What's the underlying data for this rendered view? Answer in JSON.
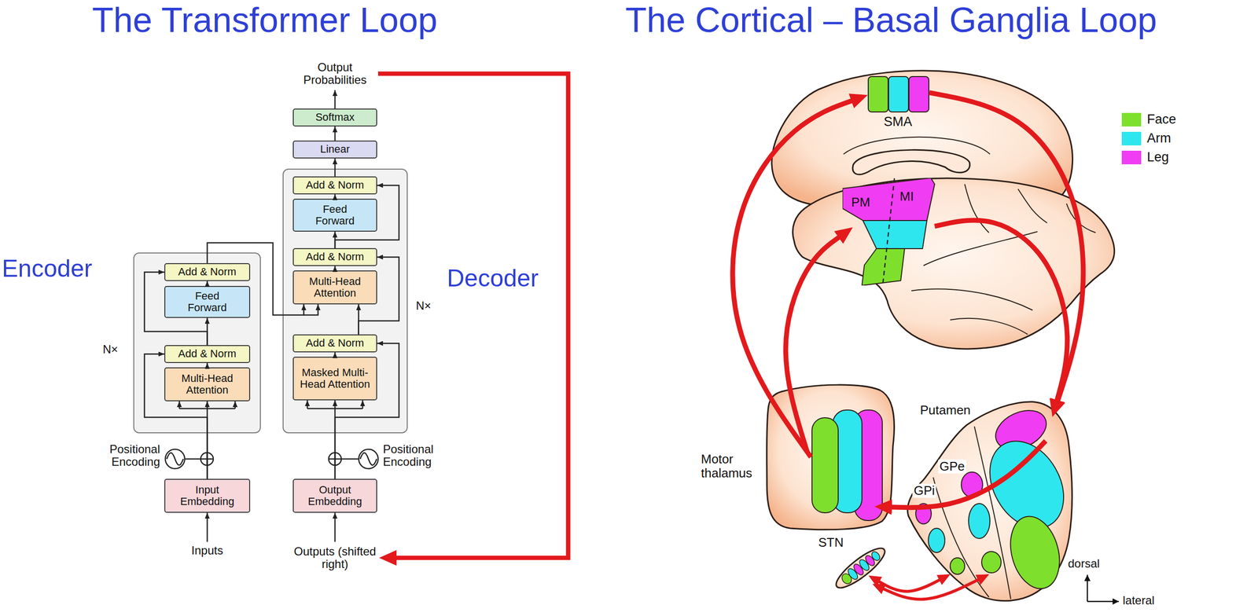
{
  "diagram": {
    "nodes": [
      {
        "text": [
          "Output Probabilities"
        ]
      },
      {
        "text": [
          "Softmax"
        ]
      },
      {
        "text": [
          "Linear"
        ]
      },
      {
        "text": [
          "Encoder"
        ]
      },
      {
        "text": [
          "Add & Norm"
        ],
        "in": 3
      },
      {
        "text": [
          "Feed Forward"
        ],
        "in": 3
      },
      {
        "text": [
          "Add & Norm"
        ],
        "in": 3
      },
      {
        "text": [
          "Multi-Head Attention"
        ],
        "in": 3
      },
      {
        "text": [
          "Decoder"
        ]
      },
      {
        "text": [
          "Add & Norm"
        ],
        "in": 8
      },
      {
        "text": [
          "Feed Forward"
        ],
        "in": 8
      },
      {
        "text": [
          "Add & Norm"
        ],
        "in": 8
      },
      {
        "text": [
          "Multi-Head Attention"
        ],
        "in": 8
      },
      {
        "text": [
          "Add & Norm"
        ],
        "in": 8
      },
      {
        "text": [
          "Masked Multi-Head Attention"
        ],
        "in": 8
      },
      {
        "text": [
          "Input Embedding"
        ]
      },
      {
        "text": [
          "Output Embedding"
        ]
      },
      {
        "text": [
          "Inputs"
        ]
      },
      {
        "text": [
          "Outputs (shifted right)"
        ]
      },
      {
        "text": [
          "SMA"
        ]
      },
      {
        "text": [
          "PM",
          "MI"
        ]
      },
      {
        "text": [
          "Motor thalamus"
        ]
      },
      {
        "text": [
          "Putamen",
          "GPe",
          "GPi"
        ]
      },
      {
        "text": [
          "STN"
        ]
      }
    ],
    "edges": [
      {
        "from": 17,
        "to": 15,
        "arrow": "to"
      },
      {
        "from": 15,
        "to": 7,
        "arrow": "to"
      },
      {
        "from": 15,
        "to": 6,
        "arrow": "to"
      },
      {
        "from": 7,
        "to": 6,
        "arrow": "to"
      },
      {
        "from": 6,
        "to": 5,
        "arrow": "to"
      },
      {
        "from": 6,
        "to": 4,
        "arrow": "to"
      },
      {
        "from": 5,
        "to": 4,
        "arrow": "to"
      },
      {
        "from": 4,
        "to": 12,
        "arrow": "to"
      },
      {
        "from": 18,
        "to": 16,
        "arrow": "to"
      },
      {
        "from": 16,
        "to": 14,
        "arrow": "to"
      },
      {
        "from": 16,
        "to": 13,
        "arrow": "to"
      },
      {
        "from": 14,
        "to": 13,
        "arrow": "to"
      },
      {
        "from": 13,
        "to": 12,
        "arrow": "to"
      },
      {
        "from": 13,
        "to": 11,
        "arrow": "to"
      },
      {
        "from": 12,
        "to": 11,
        "arrow": "to"
      },
      {
        "from": 11,
        "to": 10,
        "arrow": "to"
      },
      {
        "from": 11,
        "to": 9,
        "arrow": "to"
      },
      {
        "from": 10,
        "to": 9,
        "arrow": "to"
      },
      {
        "from": 9,
        "to": 2,
        "arrow": "to"
      },
      {
        "from": 2,
        "to": 1,
        "arrow": "to"
      },
      {
        "from": 1,
        "to": 0,
        "arrow": "to"
      },
      {
        "from": 0,
        "to": 18,
        "arrow": "to"
      },
      {
        "from": 21,
        "to": 19,
        "arrow": "to"
      },
      {
        "from": 21,
        "to": 20,
        "arrow": "to"
      },
      {
        "from": 19,
        "to": 22,
        "arrow": "to"
      },
      {
        "from": 20,
        "to": 22,
        "arrow": "to"
      },
      {
        "from": 22,
        "to": 21,
        "arrow": "to"
      },
      {
        "from": 23,
        "to": 22,
        "arrow": "both"
      },
      {
        "from": 23,
        "to": 22,
        "arrow": "both"
      }
    ],
    "labels": [
      "The Transformer Loop",
      "The Cortical – Basal Ganglia Loop",
      "N×",
      "N×",
      "Positional Encoding",
      "Positional Encoding",
      "dorsal",
      "lateral"
    ],
    "legend": [
      {
        "text": "Face",
        "color": "#7ee02c"
      },
      {
        "text": "Arm",
        "color": "#2ee6ee"
      },
      {
        "text": "Leg",
        "color": "#f03cf2"
      }
    ]
  }
}
